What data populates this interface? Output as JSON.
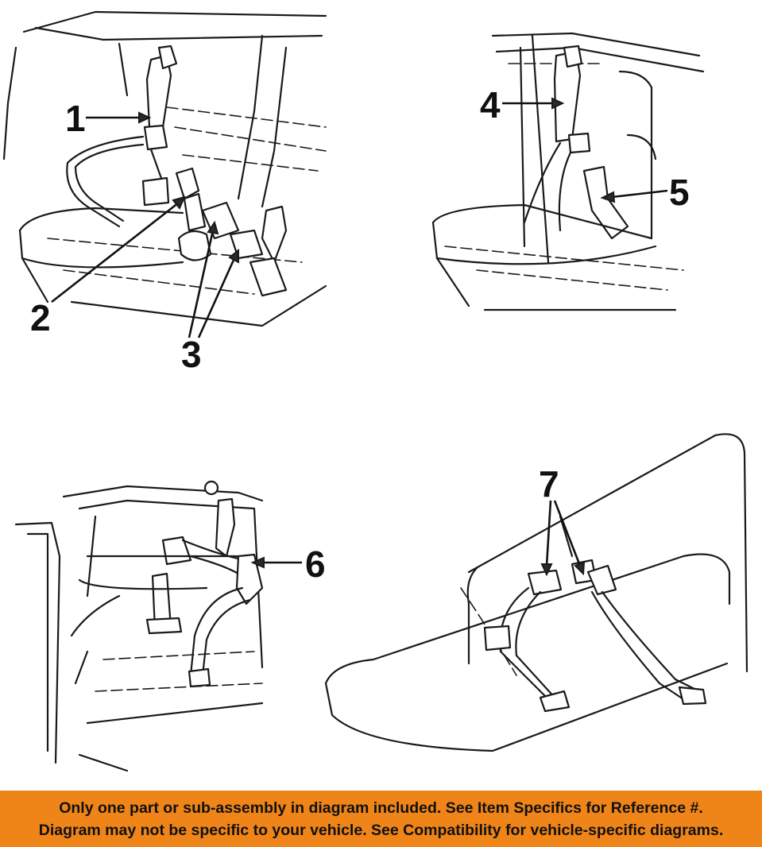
{
  "callouts": {
    "c1": "1",
    "c2": "2",
    "c3": "3",
    "c4": "4",
    "c5": "5",
    "c6": "6",
    "c7": "7"
  },
  "footer": {
    "line1": "Only one part or sub-assembly in diagram included. See Item Specifics for Reference #.",
    "line2": "Diagram may not be specific to your vehicle. See Compatibility for vehicle-specific diagrams."
  },
  "colors": {
    "banner": "#ef8418",
    "text": "#111111",
    "linework": "#1a1a1a"
  }
}
